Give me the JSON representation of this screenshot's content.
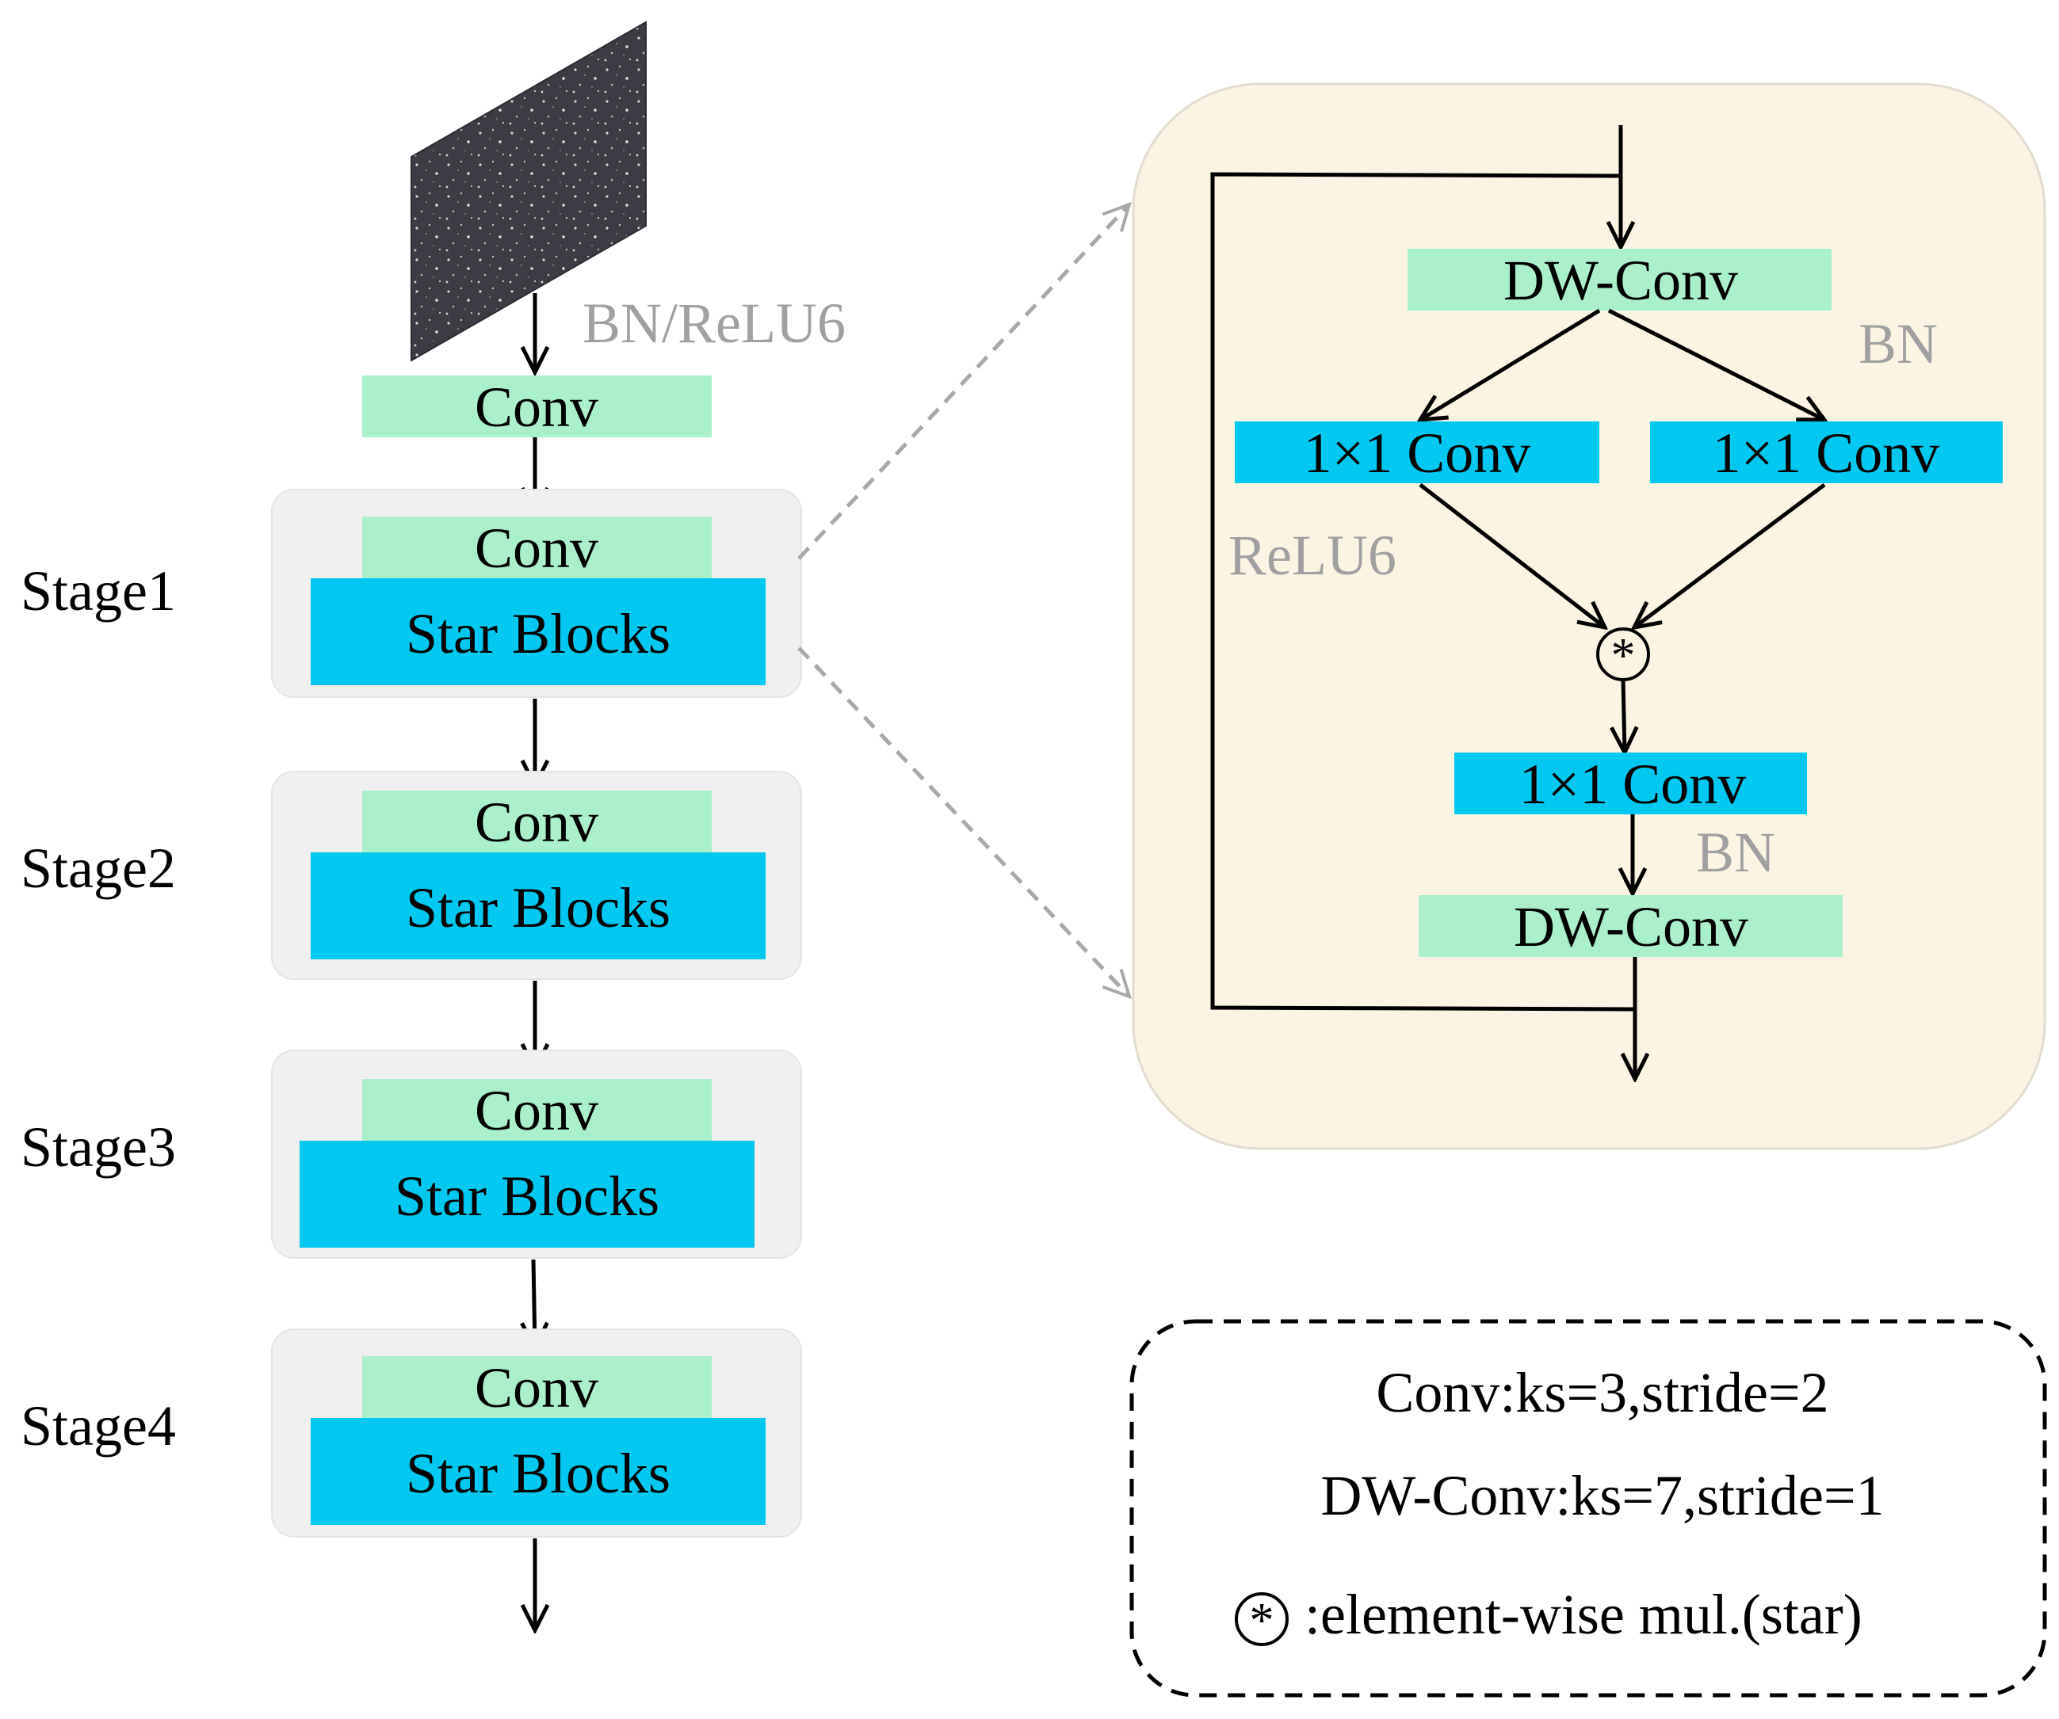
{
  "colors": {
    "conv_green": "#aaf0cb",
    "star_blue": "#00c8f0",
    "stage_gray": "#f0f0f0",
    "detail_bg": "#fcf4e3",
    "label_gray": "#a0a0a0",
    "arrow": "#000000"
  },
  "input_image": {
    "icon": "feature-map-image"
  },
  "pipeline": {
    "input_annotation": "BN/ReLU6",
    "stem_conv": "Conv",
    "stages": [
      {
        "name": "Stage1",
        "conv": "Conv",
        "blocks": "Star Blocks"
      },
      {
        "name": "Stage2",
        "conv": "Conv",
        "blocks": "Star Blocks"
      },
      {
        "name": "Stage3",
        "conv": "Conv",
        "blocks": "Star Blocks"
      },
      {
        "name": "Stage4",
        "conv": "Conv",
        "blocks": "Star Blocks"
      }
    ]
  },
  "star_block": {
    "dw_conv_top": "DW-Conv",
    "bn_top": "BN",
    "conv1x1_left": "1×1 Conv",
    "conv1x1_right": "1×1 Conv",
    "relu6": "ReLU6",
    "star_symbol": "*",
    "conv1x1_bottom": "1×1 Conv",
    "bn_bottom": "BN",
    "dw_conv_bottom": "DW-Conv"
  },
  "legend": {
    "line1": "Conv:ks=3,stride=2",
    "line2": "DW-Conv:ks=7,stride=1",
    "line3_symbol": "*",
    "line3": ":element-wise mul.(star)"
  }
}
